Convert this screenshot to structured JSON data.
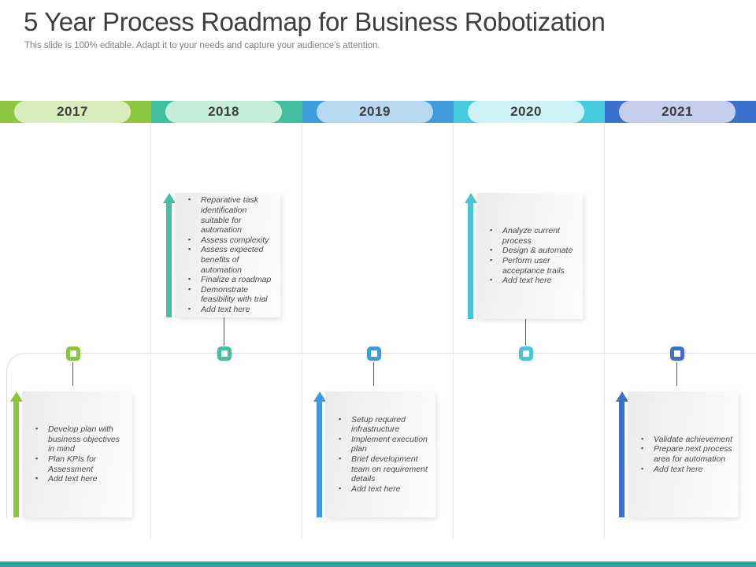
{
  "slide": {
    "title": "5 Year Process Roadmap for Business Robotization",
    "subtitle": "This slide is 100% editable. Adapt it to your needs and capture your audience's attention."
  },
  "timeline": {
    "years": [
      {
        "label": "2017",
        "band_color": "#8dc63f",
        "pill_color": "#d8ecbc",
        "accent_color": "#8cc63f",
        "bullets": [
          "Develop plan with business objectives in mind",
          "Plan KPIs for Assessment",
          "Add text here"
        ]
      },
      {
        "label": "2018",
        "band_color": "#41bf9e",
        "pill_color": "#c5eddc",
        "accent_color": "#45bfa0",
        "bullets": [
          "Reparative task identification suitable for automation",
          "Assess complexity",
          "Assess expected benefits of automation",
          "Finalize a roadmap",
          "Demonstrate feasibility with trial",
          "Add text here"
        ]
      },
      {
        "label": "2019",
        "band_color": "#3e9cdb",
        "pill_color": "#b6d8f1",
        "accent_color": "#3e9cdb",
        "bullets": [
          "Setup required infrastructure",
          "Implement execution plan",
          "Brief development team on requirement details",
          "Add text here"
        ]
      },
      {
        "label": "2020",
        "band_color": "#45cbdb",
        "pill_color": "#cbf2f6",
        "accent_color": "#4bc4d4",
        "bullets": [
          "Analyze current process",
          "Design & automate",
          "Perform user acceptance trails",
          "Add text here"
        ]
      },
      {
        "label": "2021",
        "band_color": "#3b70ce",
        "pill_color": "#c6ceee",
        "accent_color": "#3e6fc9",
        "bullets": [
          "Validate achievement",
          "Prepare next process area for automation",
          "Add text here"
        ]
      }
    ]
  },
  "footer": {
    "bar_color": "#2ea79b"
  }
}
